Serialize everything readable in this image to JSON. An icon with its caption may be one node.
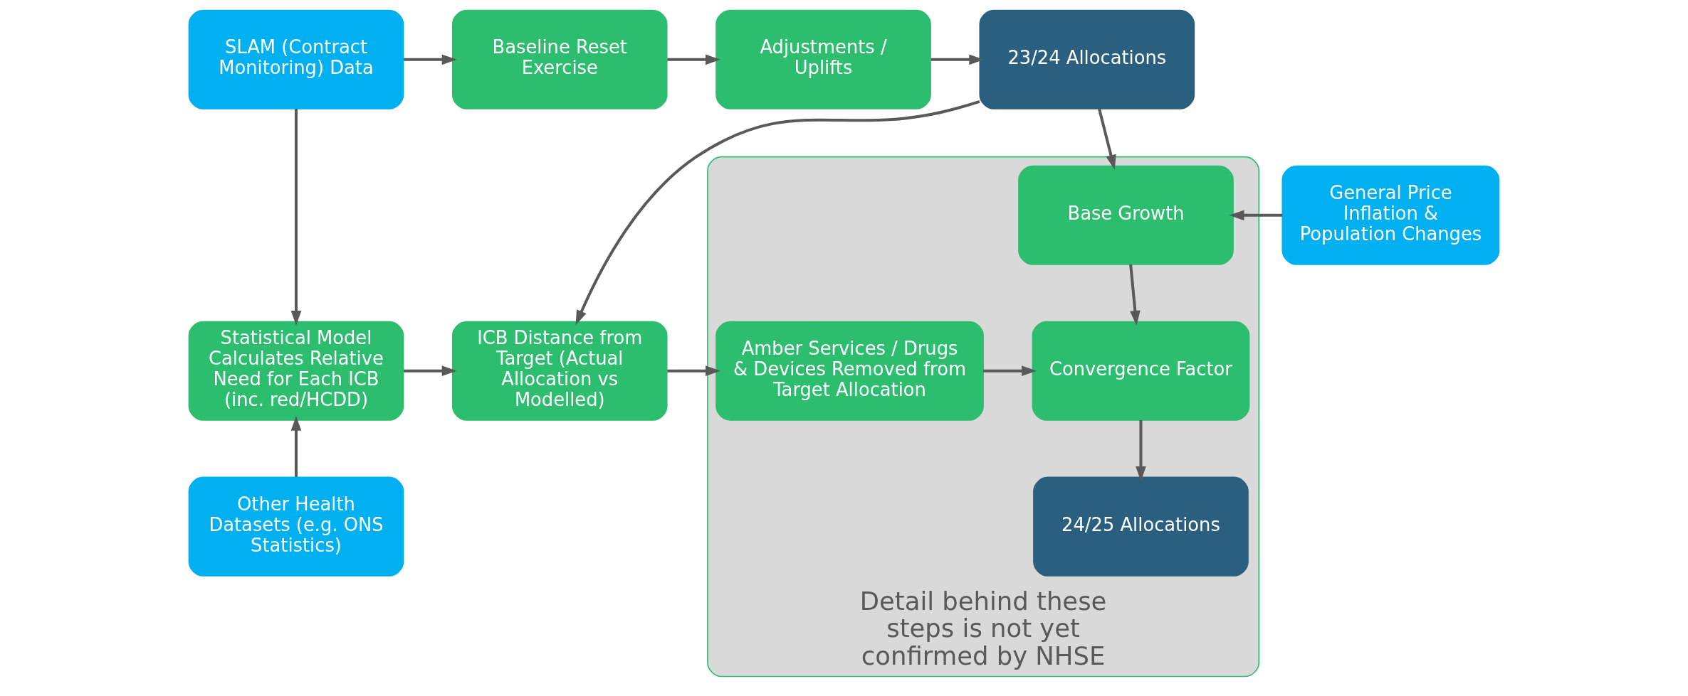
{
  "diagram": {
    "nodes": [
      {
        "text": [
          "SLAM (Contract Monitoring) Data"
        ]
      },
      {
        "text": [
          "Baseline Reset Exercise"
        ]
      },
      {
        "text": [
          "Adjustments / Uplifts"
        ]
      },
      {
        "text": [
          "23/24 Allocations"
        ]
      },
      {
        "text": [
          "Detail behind these steps is not yet confirmed by NHSE"
        ]
      },
      {
        "text": [
          "General Price Inflation & Population Changes"
        ]
      },
      {
        "text": [
          "Base Growth"
        ],
        "in": 4
      },
      {
        "text": [
          "Statistical Model Calculates Relative Need for Each ICB (inc. red/HCDD)"
        ]
      },
      {
        "text": [
          "ICB Distance from Target (Actual Allocation vs Modelled)"
        ]
      },
      {
        "text": [
          "Amber Services / Drugs & Devices Removed from Target Allocation"
        ],
        "in": 4
      },
      {
        "text": [
          "Convergence Factor"
        ],
        "in": 4
      },
      {
        "text": [
          "Other Health Datasets (e.g. ONS Statistics)"
        ]
      },
      {
        "text": [
          "24/25 Allocations"
        ],
        "in": 4
      }
    ],
    "edges": [
      {
        "from": 0,
        "to": 1,
        "arrow": "to"
      },
      {
        "from": 1,
        "to": 2,
        "arrow": "to"
      },
      {
        "from": 2,
        "to": 3,
        "arrow": "to"
      },
      {
        "from": 3,
        "to": 6,
        "arrow": "to"
      },
      {
        "from": 3,
        "to": 8,
        "arrow": "to"
      },
      {
        "from": 0,
        "to": 7,
        "arrow": "to"
      },
      {
        "from": 11,
        "to": 7,
        "arrow": "to"
      },
      {
        "from": 7,
        "to": 8,
        "arrow": "to"
      },
      {
        "from": 8,
        "to": 9,
        "arrow": "to"
      },
      {
        "from": 9,
        "to": 10,
        "arrow": "to"
      },
      {
        "from": 5,
        "to": 6,
        "arrow": "to"
      },
      {
        "from": 6,
        "to": 10,
        "arrow": "to"
      },
      {
        "from": 10,
        "to": 12,
        "arrow": "to"
      }
    ]
  }
}
